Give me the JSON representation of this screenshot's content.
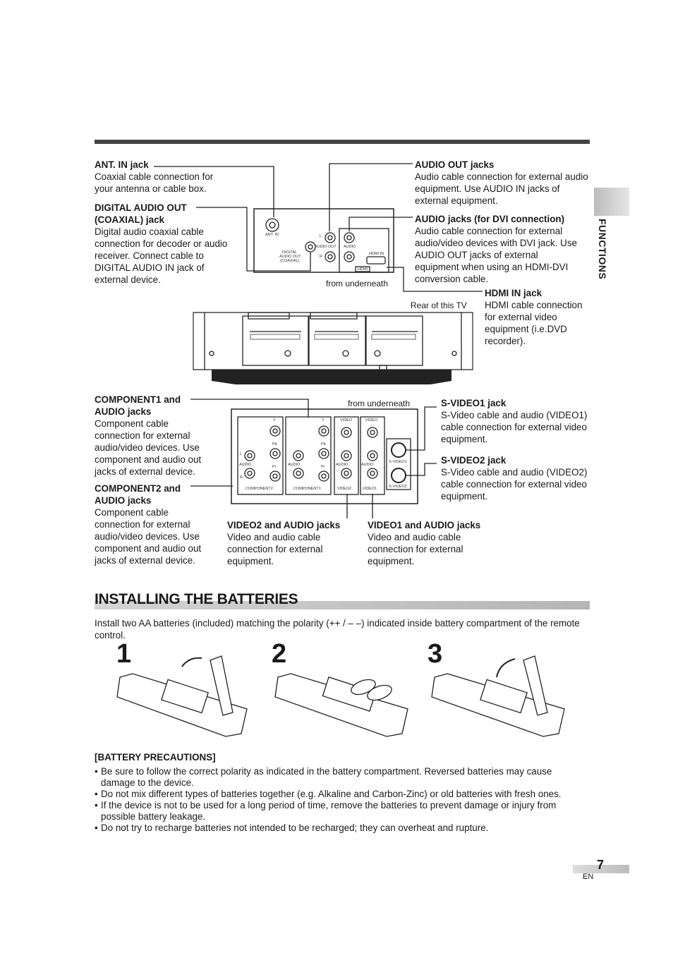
{
  "side_tab": {
    "label": "FUNCTIONS"
  },
  "labels": {
    "ant_in": {
      "title": "ANT. IN jack",
      "text": "Coaxial cable connection for your antenna or cable box."
    },
    "digital_audio": {
      "title": "DIGITAL AUDIO OUT (COAXIAL) jack",
      "text": "Digital audio coaxial cable connection for decoder or audio receiver. Connect cable to DIGITAL AUDIO IN jack of external device."
    },
    "audio_out": {
      "title": "AUDIO OUT jacks",
      "text": "Audio cable connection for external audio equipment. Use AUDIO IN jacks of external equipment."
    },
    "audio_dvi": {
      "title": "AUDIO jacks (for DVI connection)",
      "text": "Audio cable connection for external audio/video devices with DVI jack. Use AUDIO OUT jacks of external equipment when using an HDMI-DVI conversion cable."
    },
    "hdmi_in": {
      "title": "HDMI IN jack",
      "text": "HDMI cable connection for external video equipment (i.e.DVD recorder)."
    },
    "component1": {
      "title": "COMPONENT1 and AUDIO jacks",
      "text": "Component cable connection for external audio/video devices. Use component and audio out jacks of external device."
    },
    "component2": {
      "title": "COMPONENT2 and AUDIO jacks",
      "text": "Component cable connection for external audio/video devices. Use component and audio out jacks of external device."
    },
    "svideo1": {
      "title": "S-VIDEO1 jack",
      "text": "S-Video cable and audio (VIDEO1) cable connection for external video equipment."
    },
    "svideo2": {
      "title": "S-VIDEO2 jack",
      "text": "S-Video cable and audio (VIDEO2) cable connection for external video equipment."
    },
    "video2": {
      "title": "VIDEO2 and AUDIO jacks",
      "text": "Video and audio cable connection for external equipment."
    },
    "video1": {
      "title": "VIDEO1 and AUDIO jacks",
      "text": "Video and audio cable connection for external equipment."
    }
  },
  "captions": {
    "from_underneath_top": "from underneath",
    "rear_of_tv": "Rear of this TV",
    "from_underneath_bottom": "from underneath"
  },
  "panel_top": {
    "ant_in": "ANT. IN",
    "digital": "DIGITAL",
    "audio_out_coax": "AUDIO OUT",
    "coaxial": "(COAXIAL)",
    "audio_out": "AUDIO OUT",
    "audio": "AUDIO",
    "hdmi_in": "HDMI IN",
    "hdmi": "HDMI",
    "l": "L",
    "r": "R"
  },
  "panel_bottom": {
    "y": "Y",
    "pb": "Pb",
    "pr": "Pr",
    "video": "VIDEO",
    "audio": "AUDIO",
    "l": "L",
    "r": "R",
    "component2": "COMPONENT2",
    "component1": "COMPONENT1",
    "video2": "VIDEO2",
    "video1": "VIDEO1",
    "svideo1": "S-VIDEO1",
    "svideo2": "S-VIDEO2"
  },
  "batteries": {
    "title": "INSTALLING THE BATTERIES",
    "intro": "Install two AA batteries (included) matching the polarity (++ / – –) indicated inside battery compartment of the remote control.",
    "steps": [
      "1",
      "2",
      "3"
    ],
    "precautions_title": "[BATTERY PRECAUTIONS]",
    "precautions": [
      "Be sure to follow the correct polarity as indicated in the battery compartment. Reversed batteries may cause damage to the device.",
      "Do not mix different types of batteries together (e.g. Alkaline and Carbon-Zinc) or old batteries with fresh ones.",
      "If the device is not to be used for a long period of time, remove the batteries to prevent damage or injury from possible battery leakage.",
      "Do not try to recharge batteries not intended to be recharged; they can overheat and rupture."
    ]
  },
  "page": {
    "number": "7",
    "lang": "EN"
  }
}
